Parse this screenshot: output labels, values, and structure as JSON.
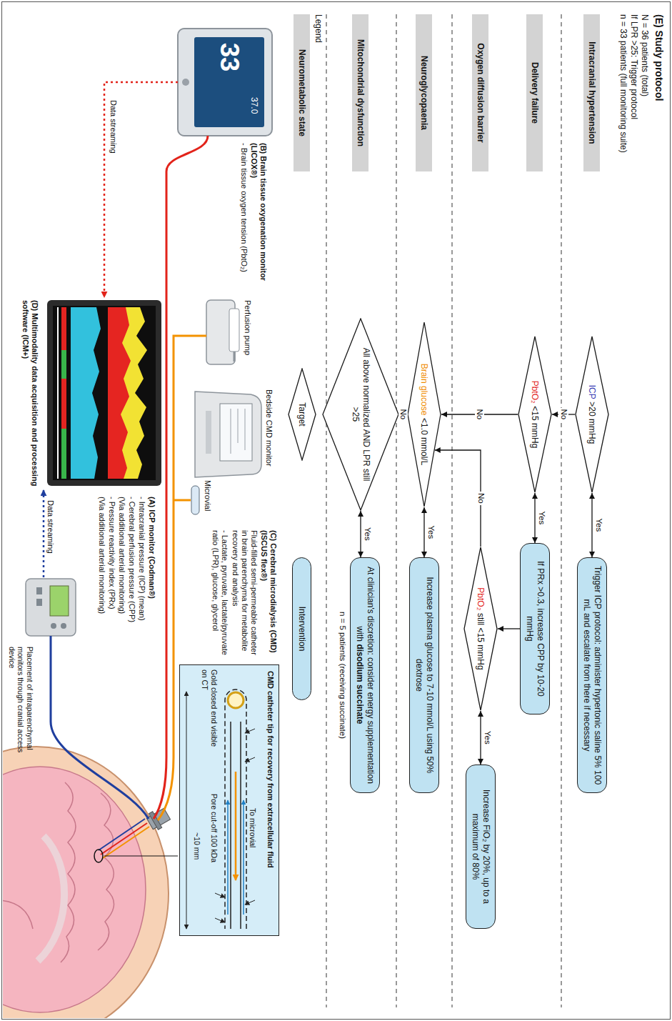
{
  "diagram": {
    "nodes": [
      {
        "text": [
          "Intracranial hypertension"
        ]
      },
      {
        "text": [
          "ICP",
          ">20 mmHg"
        ]
      },
      {
        "text": [
          "Trigger ICP protocol: administer hypertonic saline 5% 100 mL and escalate from there if necessary"
        ]
      },
      {
        "text": [
          "Delivery failure"
        ]
      },
      {
        "text": [
          "PbtO₂",
          "<15 mmHg"
        ]
      },
      {
        "text": [
          "If PRx >0.3, increase CPP by 10-20 mmHg"
        ]
      },
      {
        "text": [
          "PbtO₂",
          "still <15 mmHg"
        ]
      },
      {
        "text": [
          "Oxygen diffusion barrier"
        ]
      },
      {
        "text": [
          "Increase FiO₂ by 20%, up to a maximum of 80%"
        ]
      },
      {
        "text": [
          "Neuroglycopaenia"
        ]
      },
      {
        "text": [
          "Brain glucose",
          "<1.0 mmol/L"
        ]
      },
      {
        "text": [
          "Increase plasma glucose to 7-10 mmol/L using 50% dextrose"
        ]
      },
      {
        "text": [
          "Mitochondrial dysfunction"
        ]
      },
      {
        "text": [
          "All above normalized AND LPR still >25"
        ]
      },
      {
        "text": [
          "At clinician's discretion: consider energy supplementation with",
          "disodium succinate"
        ]
      },
      {
        "text": [
          "Neurometabolic state"
        ]
      },
      {
        "text": [
          "Target"
        ]
      },
      {
        "text": [
          "Intervention"
        ]
      },
      {
        "text": [
          "CMD catheter tip for recovery from extracellular fluid",
          "To microvial",
          "Pore cut-off 100 kDa",
          "Gold closed end visible on CT",
          "~10 mm"
        ]
      }
    ],
    "edges": [
      {
        "from": 1,
        "to": 2,
        "label": "Yes",
        "arrow": "both"
      },
      {
        "from": 1,
        "to": 4,
        "label": "No",
        "arrow": "to"
      },
      {
        "from": 4,
        "to": 5,
        "label": "Yes",
        "arrow": "both"
      },
      {
        "from": 5,
        "to": 6,
        "arrow": "to"
      },
      {
        "from": 6,
        "to": 8,
        "label": "Yes",
        "arrow": "both"
      },
      {
        "from": 6,
        "to": 10,
        "label": "No",
        "arrow": "to"
      },
      {
        "from": 4,
        "to": 10,
        "label": "No",
        "arrow": "to"
      },
      {
        "from": 10,
        "to": 11,
        "label": "Yes",
        "arrow": "both"
      },
      {
        "from": 10,
        "to": 13,
        "label": "No",
        "arrow": "to"
      },
      {
        "from": 13,
        "to": 14,
        "label": "Yes",
        "arrow": "both"
      }
    ],
    "labels": [
      "(E) Study protocol",
      "N = 36 patients (total)",
      "If LPR >25: Trigger protocol",
      "n = 33 patients (full monitoring suite)",
      "n = 5 patients (receiving succinate)",
      "Legend",
      "(A) ICP monitor (Codman®)",
      "- Intracranial pressure (ICP) (mean)",
      "- Cerebral perfusion pressure (CPP)",
      "(Via additional arterial monitoring)",
      "- Pressure reactivity index (PRx)",
      "(Via additional arterial monitoring)",
      "(B) Brain tissue oxygenation monitor (LICOX®)",
      "- Brain tissue oxygen tension (PbtO₂)",
      "(C) Cerebral microdialysis (CMD) (ISCUS flex®)",
      "Fluid-filled semi-permeable catheter in brain parenchyma for metabolite recovery and analysis",
      "- Lactate, pyruvate, lactate/pyruvate ratio (LPR), glucose, glycerol",
      "(D) Multimodality data acquisition and processing software (ICM+)",
      "Data streaming",
      "Data streaming",
      "Perfusion pump",
      "Bedside CMD monitor",
      "Microvial",
      "Placement of intraparenchymal monitors through cranial access device",
      "33",
      "37.0"
    ]
  }
}
